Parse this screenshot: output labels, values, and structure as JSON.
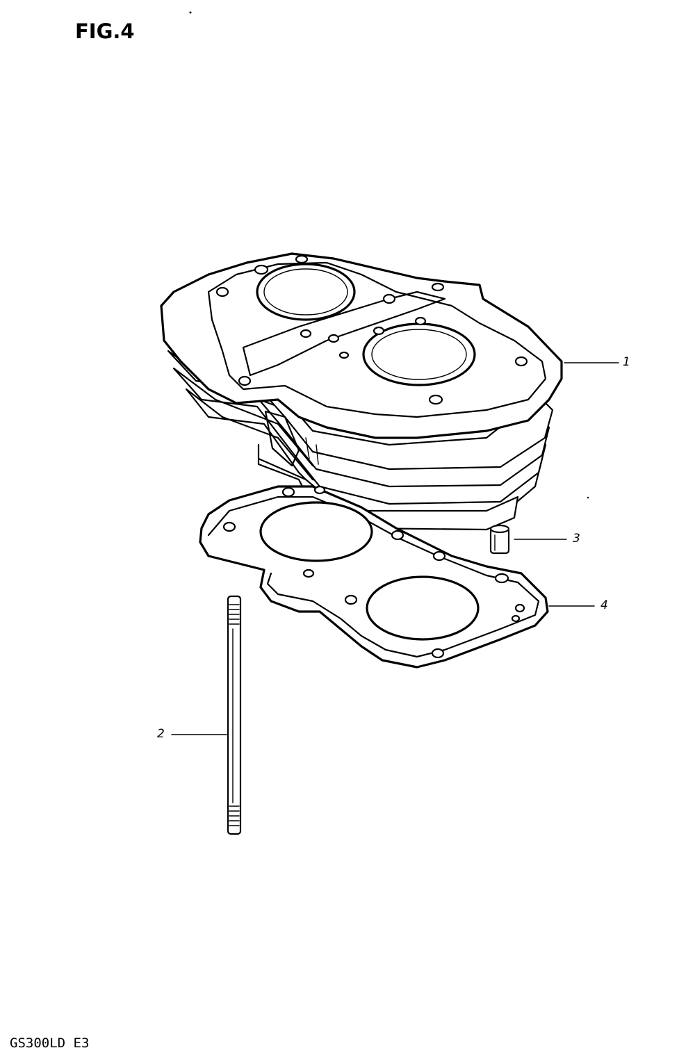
{
  "figure": {
    "title": "FIG.4",
    "model_code": "GS300LD E3"
  },
  "callouts": [
    {
      "id": "1",
      "label": "1"
    },
    {
      "id": "2",
      "label": "2"
    },
    {
      "id": "3",
      "label": "3"
    },
    {
      "id": "4",
      "label": "4"
    }
  ],
  "colors": {
    "ink": "#000000",
    "paper": "#ffffff"
  }
}
